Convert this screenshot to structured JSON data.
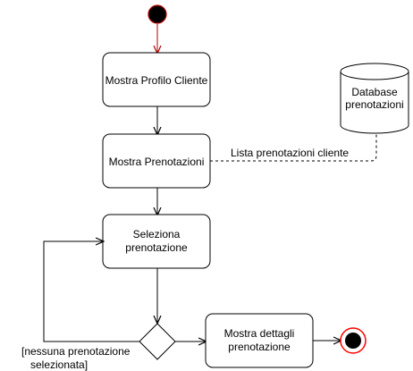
{
  "nodes": {
    "show_profile": {
      "label": "Mostra Profilo Cliente"
    },
    "show_bookings": {
      "label": "Mostra Prenotazioni"
    },
    "select_booking": {
      "line1": "Seleziona",
      "line2": "prenotazione"
    },
    "show_details": {
      "line1": "Mostra dettagli",
      "line2": "prenotazione"
    },
    "database": {
      "line1": "Database",
      "line2": "prenotazioni"
    }
  },
  "edges": {
    "data_link": {
      "label": "Lista prenotazioni cliente"
    },
    "loop_back": {
      "line1": "[nessuna prenotazione",
      "line2": "selezionata]"
    }
  },
  "colors": {
    "initial_stroke": "#b20000",
    "start_arrow": "#b20000",
    "final_ring": "#ff0000",
    "node_fill": "#ffffff",
    "stroke": "#000000"
  }
}
